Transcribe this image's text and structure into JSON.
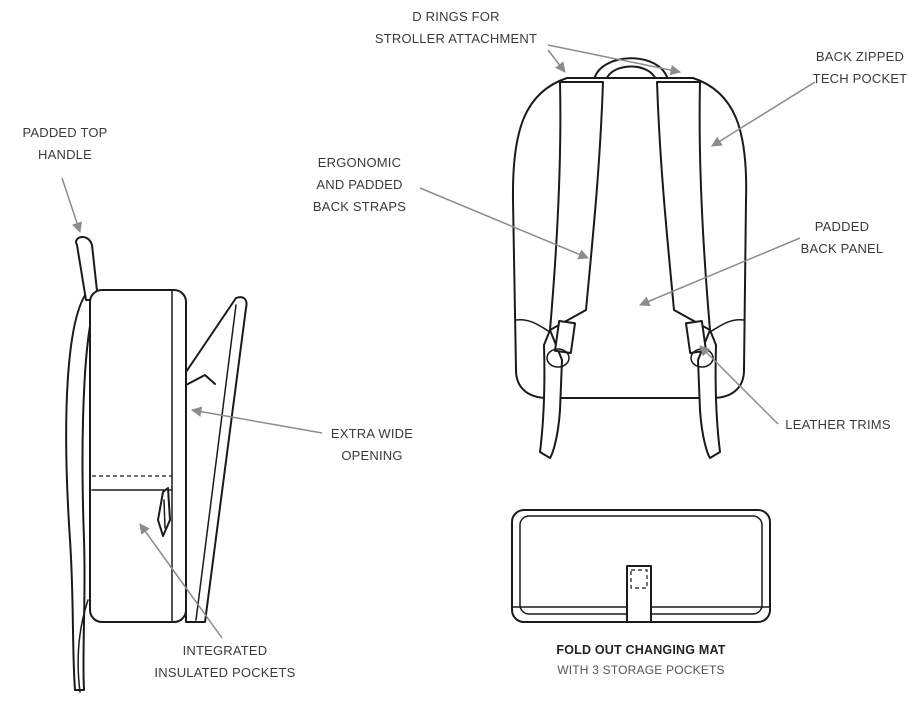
{
  "labels": {
    "d_rings": [
      "D RINGS FOR",
      "STROLLER ATTACHMENT"
    ],
    "back_zipped": [
      "BACK ZIPPED",
      "TECH POCKET"
    ],
    "padded_top_handle": [
      "PADDED TOP",
      "HANDLE"
    ],
    "ergonomic_straps": [
      "ERGONOMIC",
      "AND PADDED",
      "BACK STRAPS"
    ],
    "padded_back_panel": [
      "PADDED",
      "BACK PANEL"
    ],
    "extra_wide_opening": [
      "EXTRA WIDE",
      "OPENING"
    ],
    "leather_trims": [
      "LEATHER TRIMS"
    ],
    "integrated_pockets": [
      "INTEGRATED",
      "INSULATED POCKETS"
    ]
  },
  "mat_caption": {
    "title": "FOLD OUT CHANGING MAT",
    "subtitle": "WITH 3 STORAGE POCKETS"
  },
  "colors": {
    "ink": "#1a1a1a",
    "arrow": "#8c8c8c",
    "text": "#3a3a3a"
  }
}
